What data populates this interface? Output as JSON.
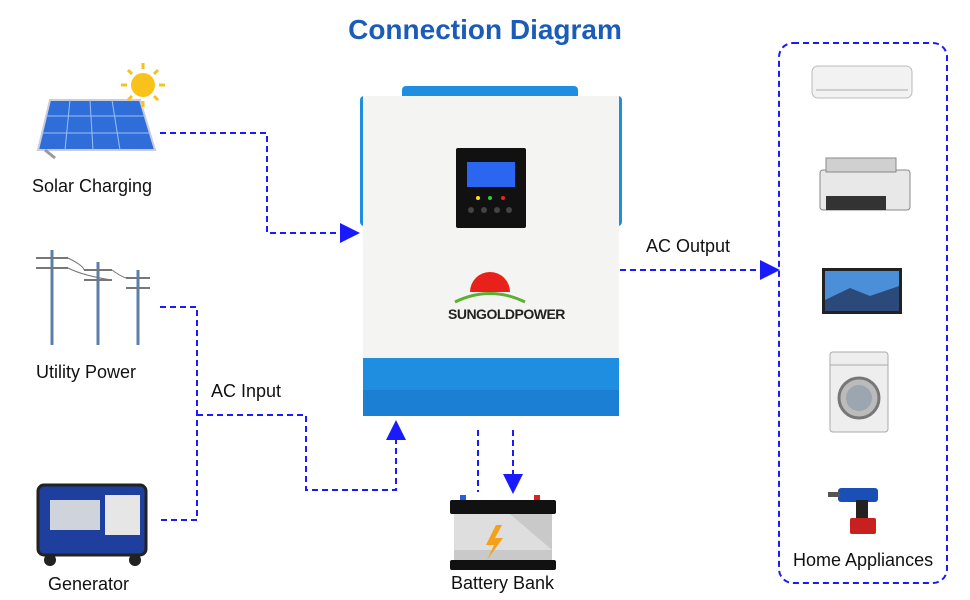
{
  "title": "Connection Diagram",
  "sources": {
    "solar": "Solar Charging",
    "utility": "Utility Power",
    "generator": "Generator"
  },
  "ac_input": "AC Input",
  "ac_output": "AC Output",
  "battery": "Battery Bank",
  "appliances": "Home Appliances",
  "inverter_brand": "SUNGOLDPOWER",
  "colors": {
    "title": "#1b5cb8",
    "line": "#1a1aff",
    "inverter_blue": "#1f8ee0"
  }
}
